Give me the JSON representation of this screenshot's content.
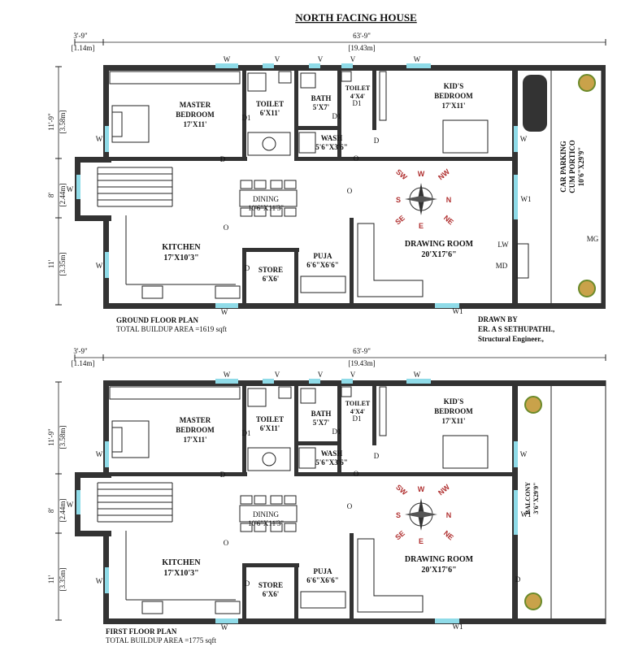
{
  "title": "NORTH FACING HOUSE",
  "dims": {
    "offset": "3'-9\"",
    "offset_m": "[1.14m]",
    "total": "63'-9\"",
    "total_m": "[19.43m]",
    "h1": "11'-9\"",
    "h1_m": "[3.58m]",
    "h2": "8'",
    "h2_m": "[2.44m]",
    "h3": "11'",
    "h3_m": "[3.35m]"
  },
  "rooms": {
    "master_name": "MASTER",
    "master_name2": "BEDROOM",
    "master_size": "17'X11'",
    "toilet_name": "TOILET",
    "toilet_size": "6'X11'",
    "bath_name": "BATH",
    "bath_size": "5'X7'",
    "toilet2_name": "TOILET",
    "toilet2_size": "4'X4'",
    "kids_name": "KID'S",
    "kids_name2": "BEDROOM",
    "kids_size": "17'X11'",
    "wash_name": "WASH",
    "wash_size": "5'6\"X3'6\"",
    "dining_name": "DINING",
    "dining_size": "10'6\"X11'3\"",
    "kitchen_name": "KITCHEN",
    "kitchen_size": "17'X10'3\"",
    "store_name": "STORE",
    "store_size": "6'X6'",
    "puja_name": "PUJA",
    "puja_size": "6'6\"X6'6\"",
    "drawing_name": "DRAWING ROOM",
    "drawing_size": "20'X17'6\"",
    "parking_name": "CAR PARKING",
    "parking_name2": "CUM PORTICO",
    "parking_size": "10'6\"X29'9\"",
    "balcony_name": "BALCONY",
    "balcony_size": "3'6\"X29'9\""
  },
  "marks": {
    "W": "W",
    "V": "V",
    "D": "D",
    "D1": "D1",
    "W1": "W1",
    "LW": "LW",
    "MD": "MD",
    "MG": "MG",
    "O": "O"
  },
  "compass": {
    "N": "N",
    "S": "S",
    "E": "E",
    "W": "W",
    "NE": "NE",
    "NW": "NW",
    "SE": "SE",
    "SW": "SW"
  },
  "ground": {
    "plan": "GROUND FLOOR PLAN",
    "area": "TOTAL BUILDUP AREA =1619 sqft"
  },
  "first": {
    "plan": "FIRST FLOOR PLAN",
    "area": "TOTAL BUILDUP AREA =1775 sqft"
  },
  "credit": {
    "line1": "DRAWN BY",
    "line2": "ER. A S SETHUPATHI.,",
    "line3": "Structural Engineer.,"
  },
  "colors": {
    "compass": "#b03030",
    "window": "#8fdbe8",
    "wall": "#333333"
  }
}
